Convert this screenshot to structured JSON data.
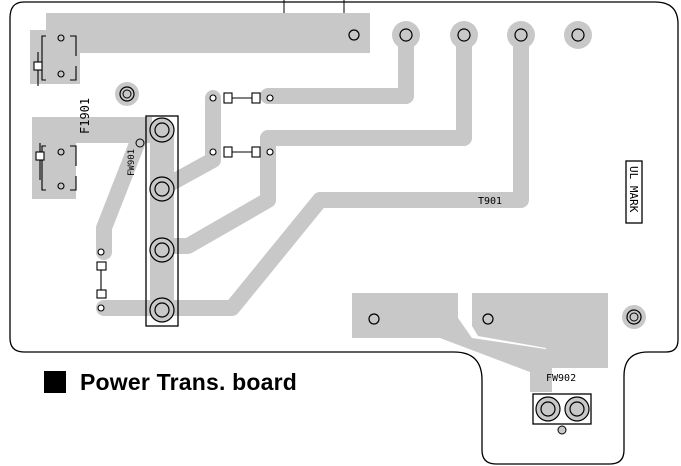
{
  "board": {
    "labels": {
      "fuse": "F1901",
      "fw901": "FW901",
      "transformer": "T901",
      "ul_mark": "UL MARK",
      "fw902": "FW902"
    },
    "colors": {
      "trace": "#c8c8c8",
      "outline": "#000000",
      "background": "#ffffff"
    }
  },
  "caption": {
    "text": "Power Trans. board",
    "bullet_icon": "black-square-icon"
  }
}
